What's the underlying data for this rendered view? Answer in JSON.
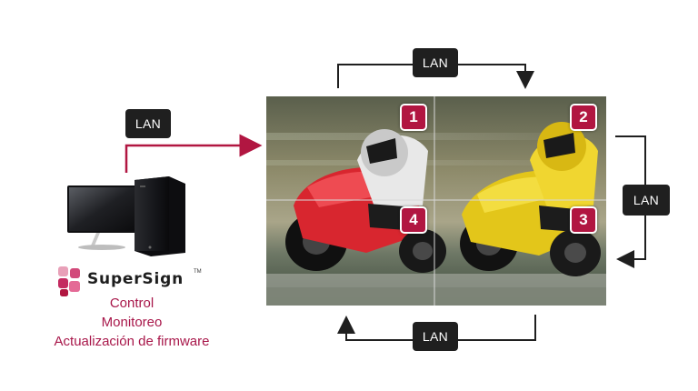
{
  "connections": {
    "pc_to_wall": "LAN",
    "top": "LAN",
    "right": "LAN",
    "bottom": "LAN"
  },
  "tiles": [
    "1",
    "2",
    "3",
    "4"
  ],
  "brand": {
    "name": "SuperSign",
    "trademark": "TM"
  },
  "features": [
    "Control",
    "Monitoreo",
    "Actualización de firmware"
  ],
  "colors": {
    "accent": "#b11641",
    "caption": "#a8174a",
    "badge": "#1f1f1f",
    "line": "#1f1f1f"
  }
}
